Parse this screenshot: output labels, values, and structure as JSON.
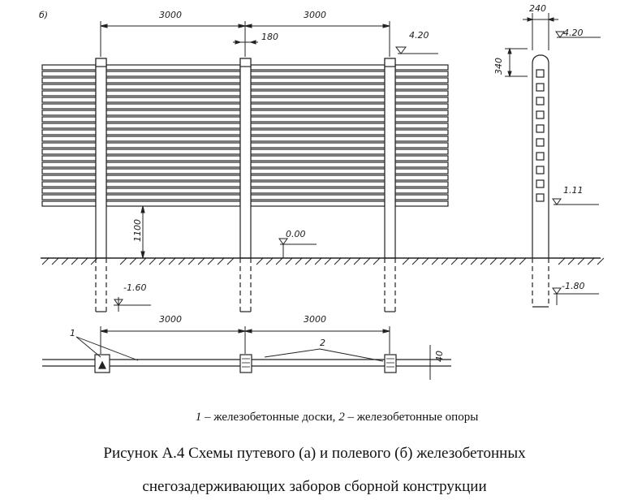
{
  "drawing": {
    "view_label": "б)",
    "dim_span_1": "3000",
    "dim_span_2": "3000",
    "dim_post_width": "180",
    "elev_top": "4.20",
    "elev_height": "1100",
    "elev_ground": "0.00",
    "elev_foot": "-1.60",
    "side_width": "240",
    "side_elev_top": "4.20",
    "side_top_gap": "340",
    "side_elev_mid": "1.11",
    "side_elev_foot": "-1.80",
    "plan_span_1": "3000",
    "plan_span_2": "3000",
    "plan_thickness": "40",
    "plan_marker_1": "1",
    "plan_marker_2": "2"
  },
  "caption": {
    "legend_num_1": "1",
    "legend_text_1": " – железобетонные доски, ",
    "legend_num_2": "2",
    "legend_text_2": " – железобетонные опоры",
    "title_line_1": "Рисунок А.4 Схемы путевого (а) и полевого (б) железобетонных",
    "title_line_2": "снегозадерживающих заборов сборной конструкции"
  }
}
